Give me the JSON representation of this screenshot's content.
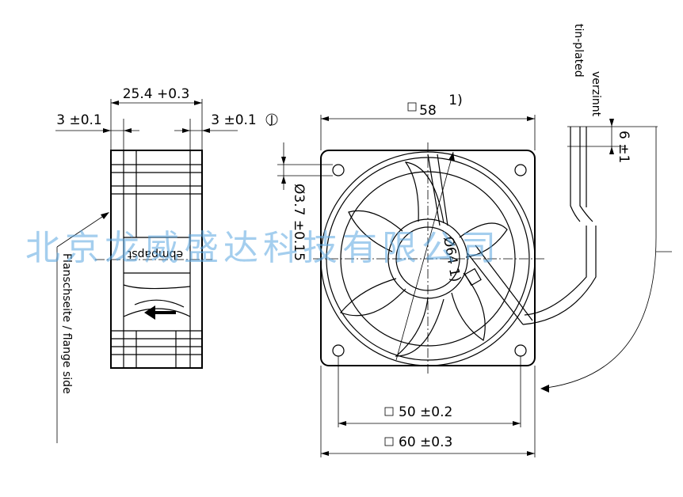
{
  "dimensions": {
    "depth": "25.4  +0.3",
    "left_tol": "3  ±0.1",
    "right_tol": "3  ±0.1",
    "square58": "58",
    "note1": "1)",
    "hole": "3.7  ±0.15",
    "dia64": "64 1)",
    "square50": "50  ±0.2",
    "square60": "60  ±0.3",
    "lead": "6  ±1"
  },
  "labels": {
    "flange": "Flanschseite / flange side",
    "verzinnt": "verzinnt",
    "tinplated": "tin-plated",
    "brand": "ebmpapst"
  },
  "watermark": "北京龙威盛达科技有限公司",
  "colors": {
    "watermark": "#5aa6e0",
    "line": "#000000"
  }
}
